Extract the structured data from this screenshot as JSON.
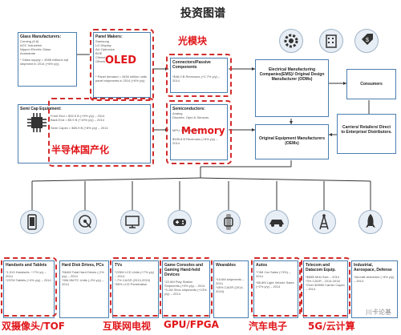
{
  "title": "投资图谱",
  "red_labels": {
    "optical": "光模块",
    "oled": "OLED",
    "memory": "Memory",
    "localization": "半导体国产化"
  },
  "boxes": {
    "glass": {
      "title": "Glass Manufacturers:",
      "items": [
        "Corning (6.8)",
        "AGC Industries",
        "Nippon Electric Glass",
        "Avanstrate"
      ],
      "note": "* Glass supply = 4556 millions sqf shipment in 2014 (+6% y/y)"
    },
    "panel": {
      "title": "Panel Makers:",
      "items": [
        "Samsung",
        "LG Display",
        "AU Optronics",
        "BOE",
        "Chimei",
        "Others"
      ],
      "note": "* Panel demand = 3450 million units panel shipments in 2014 (+6% y/y)"
    },
    "connectors": {
      "title": "Connectors/Passive Components",
      "note": "*$48.0 B Revenues (+2.7% y/y) – 2014"
    },
    "semicap": {
      "title": "Semi Cap Equipment:",
      "lines": [
        "Front End = $32.5 B (+9% y/y) – 2014",
        "Back End = $5.9 B (+19% y/y) – 2014",
        "Semi Capex = $65.9 B (+8% y/y) – 2014"
      ]
    },
    "semis": {
      "title": "Semiconductors:",
      "items": [
        "Analog",
        "Discrete, Opto & Sensors",
        "MPU, MCU & DSP"
      ],
      "note": "$335.8 B Revenues (+6% y/y) – 2014"
    },
    "ems": {
      "title": "Electrical Manufacturing Companies(EMS)/ Original Design Manufacturer (ODMs)"
    },
    "oem": {
      "title": "Original Equipment Manufacturers (OEMs)"
    },
    "consumers": {
      "title": "Consumers"
    },
    "carriers": {
      "title": "Carriers/ Retailers/ Direct to Enterprise/ Distributors."
    }
  },
  "categories": [
    {
      "name": "Handsets and Tablets",
      "icon": "smartphone-icon",
      "lines": [
        "*1,910 Handsets ~+7% y/y – 2014",
        "*237M Tablets (+4% y/y) – 2014"
      ]
    },
    {
      "name": "Hard Disk Drives, PCs",
      "icon": "hard-disk-icon",
      "lines": [
        "*564M Total Hard Drives (-2% y/y) – 2014",
        "*306.5M PC Units (-2% y/y) – 2014"
      ]
    },
    {
      "name": "TVs",
      "icon": "monitor-icon",
      "lines": [
        "*225M LCD Units (+7% y/y) – 2014",
        "*-7% CAGR (2013-2019)",
        "*85% LCD Penetration"
      ]
    },
    {
      "name": "Game Consoles and Gaming Hand-held Devices",
      "icon": "gamepad-icon",
      "lines": [
        "*22.6M Play Station Shipments (+5% y/y) – 2014",
        "*3.1M Xbox shipments (+13% y/y) – 2014"
      ]
    },
    {
      "name": "Wearables",
      "icon": "watch-icon",
      "lines": [
        "*19.6M shipments – 2014",
        "*45% CAGR (2014-2019)"
      ]
    },
    {
      "name": "Autos",
      "icon": "car-icon",
      "lines": [
        "*74M Car Sales (+3%) – 2014",
        "*86.8M Light Vehicle Sales (+2% y/y) – 2014"
      ]
    },
    {
      "name": "Telecom and Datacom Equip.",
      "icon": "cell-tower-icon",
      "lines": [
        "*$55B Mrkt Size – 2014",
        "*3% CAGR - 2014-2018",
        "*Over $250B Carrier Capex – 2014"
      ]
    },
    {
      "name": "Industrial, Aerospace, Defense",
      "icon": "rocket-icon",
      "lines": [
        "*Aircraft deliveries (~8% y/y) – 2014"
      ]
    }
  ],
  "bottom_labels": [
    "双摄像头/TOF",
    "互联网电视",
    "GPU/FPGA",
    "汽车电子",
    "5G/云计算"
  ],
  "watermark": "川卡论基",
  "colors": {
    "accent_red": "#e0161a",
    "box_border": "#4a7fb0",
    "icon_fill": "#e8eef5"
  }
}
